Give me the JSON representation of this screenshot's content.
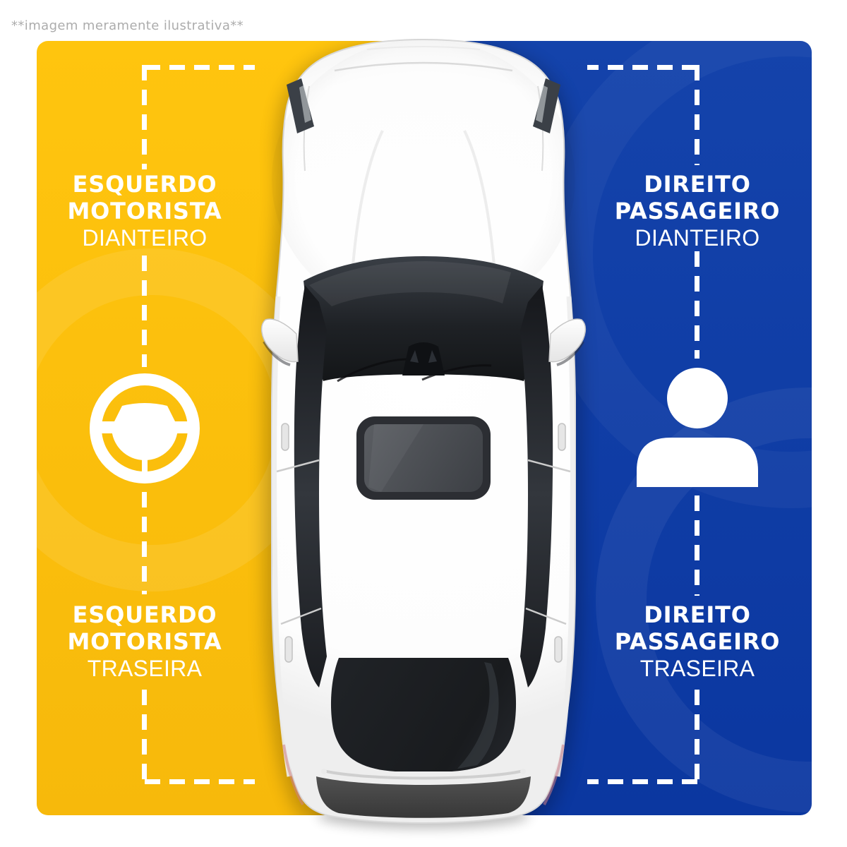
{
  "disclaimer": "**imagem meramente ilustrativa**",
  "labels": {
    "front_left": {
      "line1": "ESQUERDO",
      "line2": "MOTORISTA",
      "line3": "DIANTEIRO"
    },
    "front_right": {
      "line1": "DIREITO",
      "line2": "PASSAGEIRO",
      "line3": "DIANTEIRO"
    },
    "rear_left": {
      "line1": "ESQUERDO",
      "line2": "MOTORISTA",
      "line3": "TRASEIRA"
    },
    "rear_right": {
      "line1": "DIREITO",
      "line2": "PASSAGEIRO",
      "line3": "TRASEIRA"
    }
  },
  "icons": {
    "left": "steering-wheel-icon",
    "right": "passenger-icon"
  },
  "colors": {
    "left_bg_top": "#ffc50e",
    "left_bg_bottom": "#f7b90b",
    "right_bg_top": "#1443ab",
    "right_bg_bottom": "#0b37a0",
    "dash": "#ffffff",
    "label_text": "#ffffff",
    "disclaimer_text": "#acacac"
  }
}
